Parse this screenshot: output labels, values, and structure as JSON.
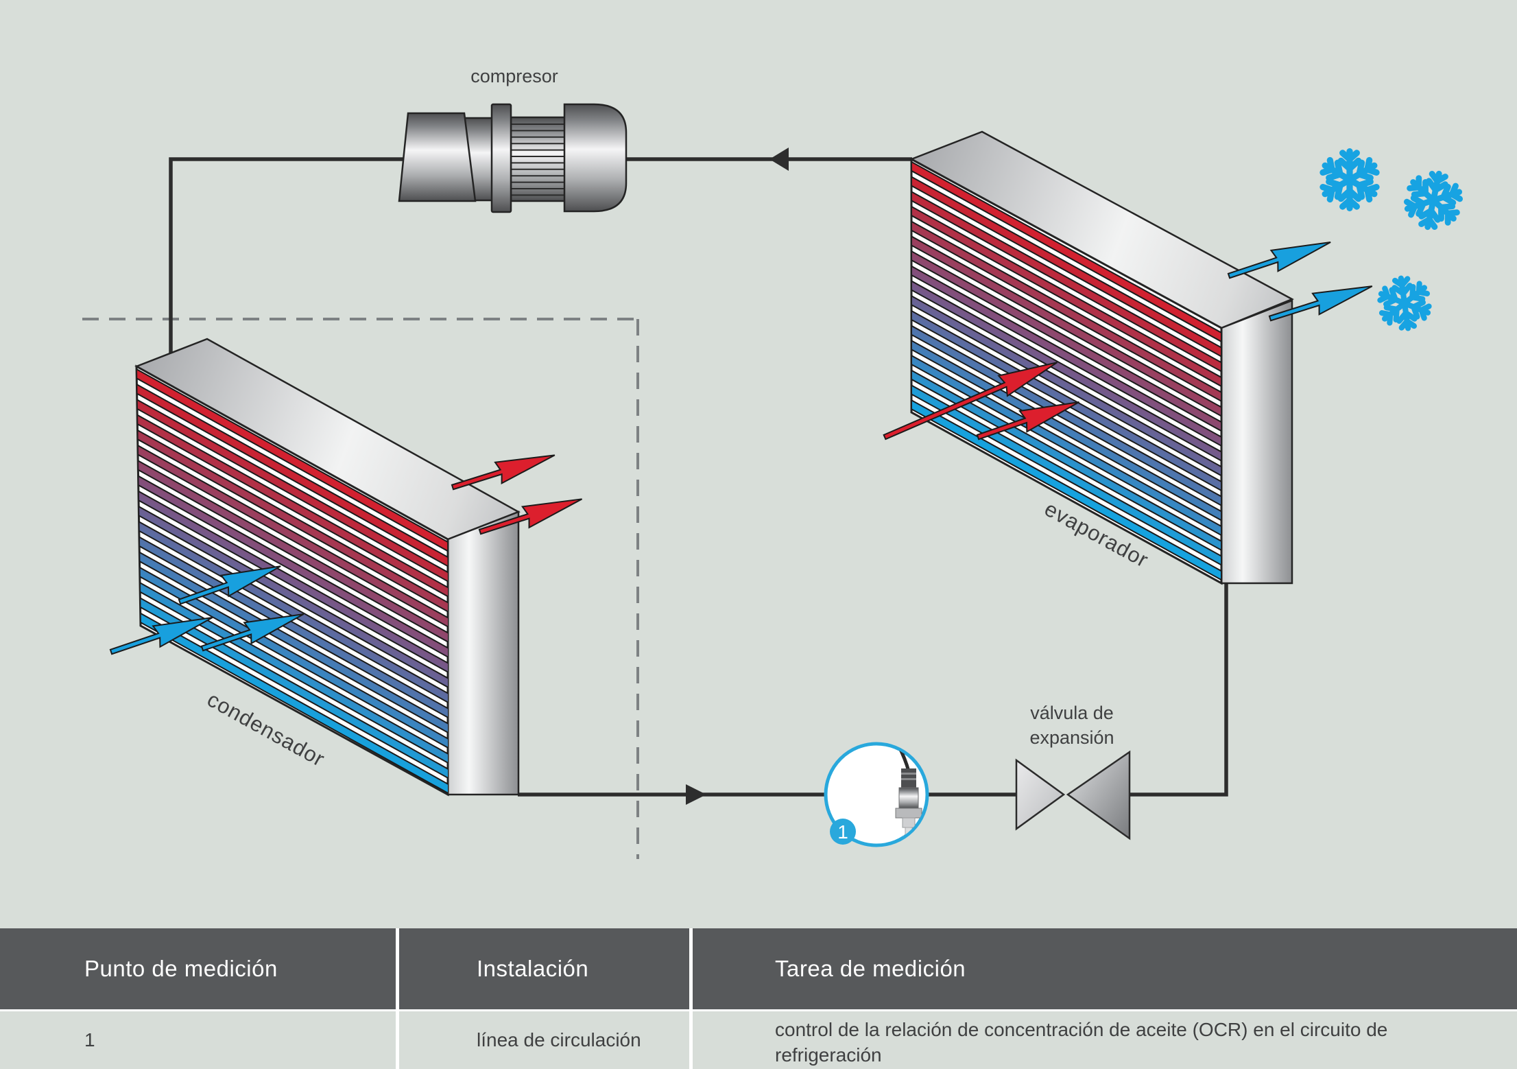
{
  "diagram": {
    "compressor_label": "compresor",
    "condenser_label": "condensador",
    "evaporator_label": "evaporador",
    "valve_label_line1": "válvula de",
    "valve_label_line2": "expansión",
    "measure_point_number": "1",
    "colors": {
      "background": "#d8ded9",
      "pipe": "#2d2d2d",
      "accent_blue": "#29a8dc",
      "arrow_blue": "#18a0de",
      "arrow_red": "#dc1f2d",
      "snowflake_blue": "#17a3e2",
      "table_header_bg": "#57595b"
    }
  },
  "table": {
    "headers": [
      "Punto de medición",
      "Instalación",
      "Tarea de medición"
    ],
    "row": {
      "point": "1",
      "installation": "línea de circulación",
      "task": "control de la relación de concentración de aceite (OCR) en el circuito de refrigeración"
    }
  }
}
